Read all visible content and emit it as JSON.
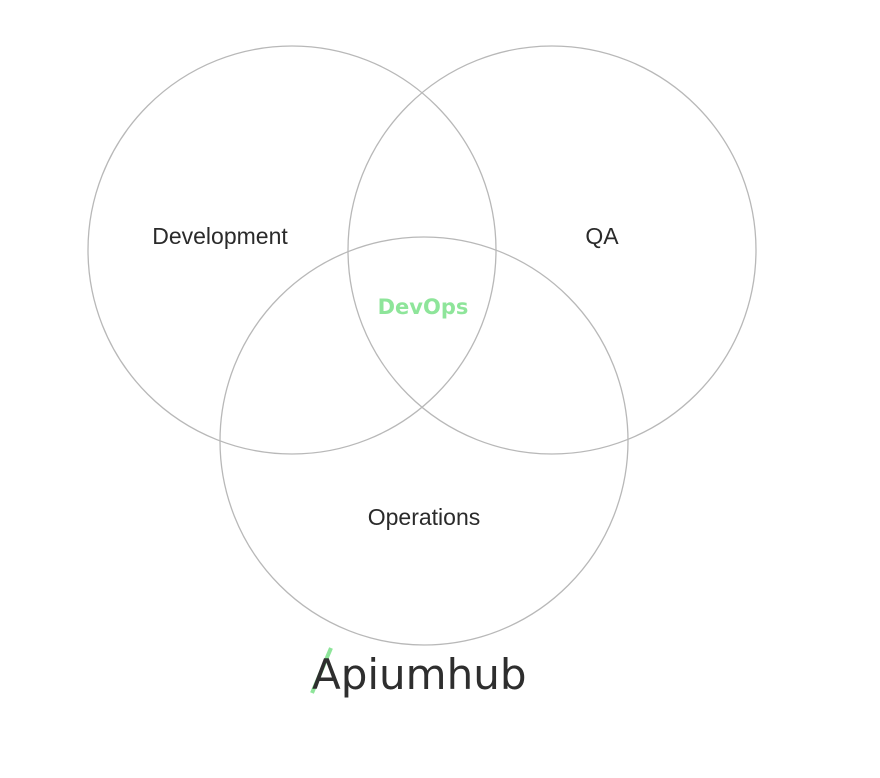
{
  "diagram": {
    "sets": [
      {
        "id": "development",
        "label": "Development"
      },
      {
        "id": "qa",
        "label": "QA"
      },
      {
        "id": "operations",
        "label": "Operations"
      }
    ],
    "intersection": {
      "label": "DevOps",
      "color": "#8ee59a"
    }
  },
  "logo": {
    "text": "Apiumhub",
    "accent_color": "#8ee59a",
    "text_color": "#2e2e2e"
  }
}
